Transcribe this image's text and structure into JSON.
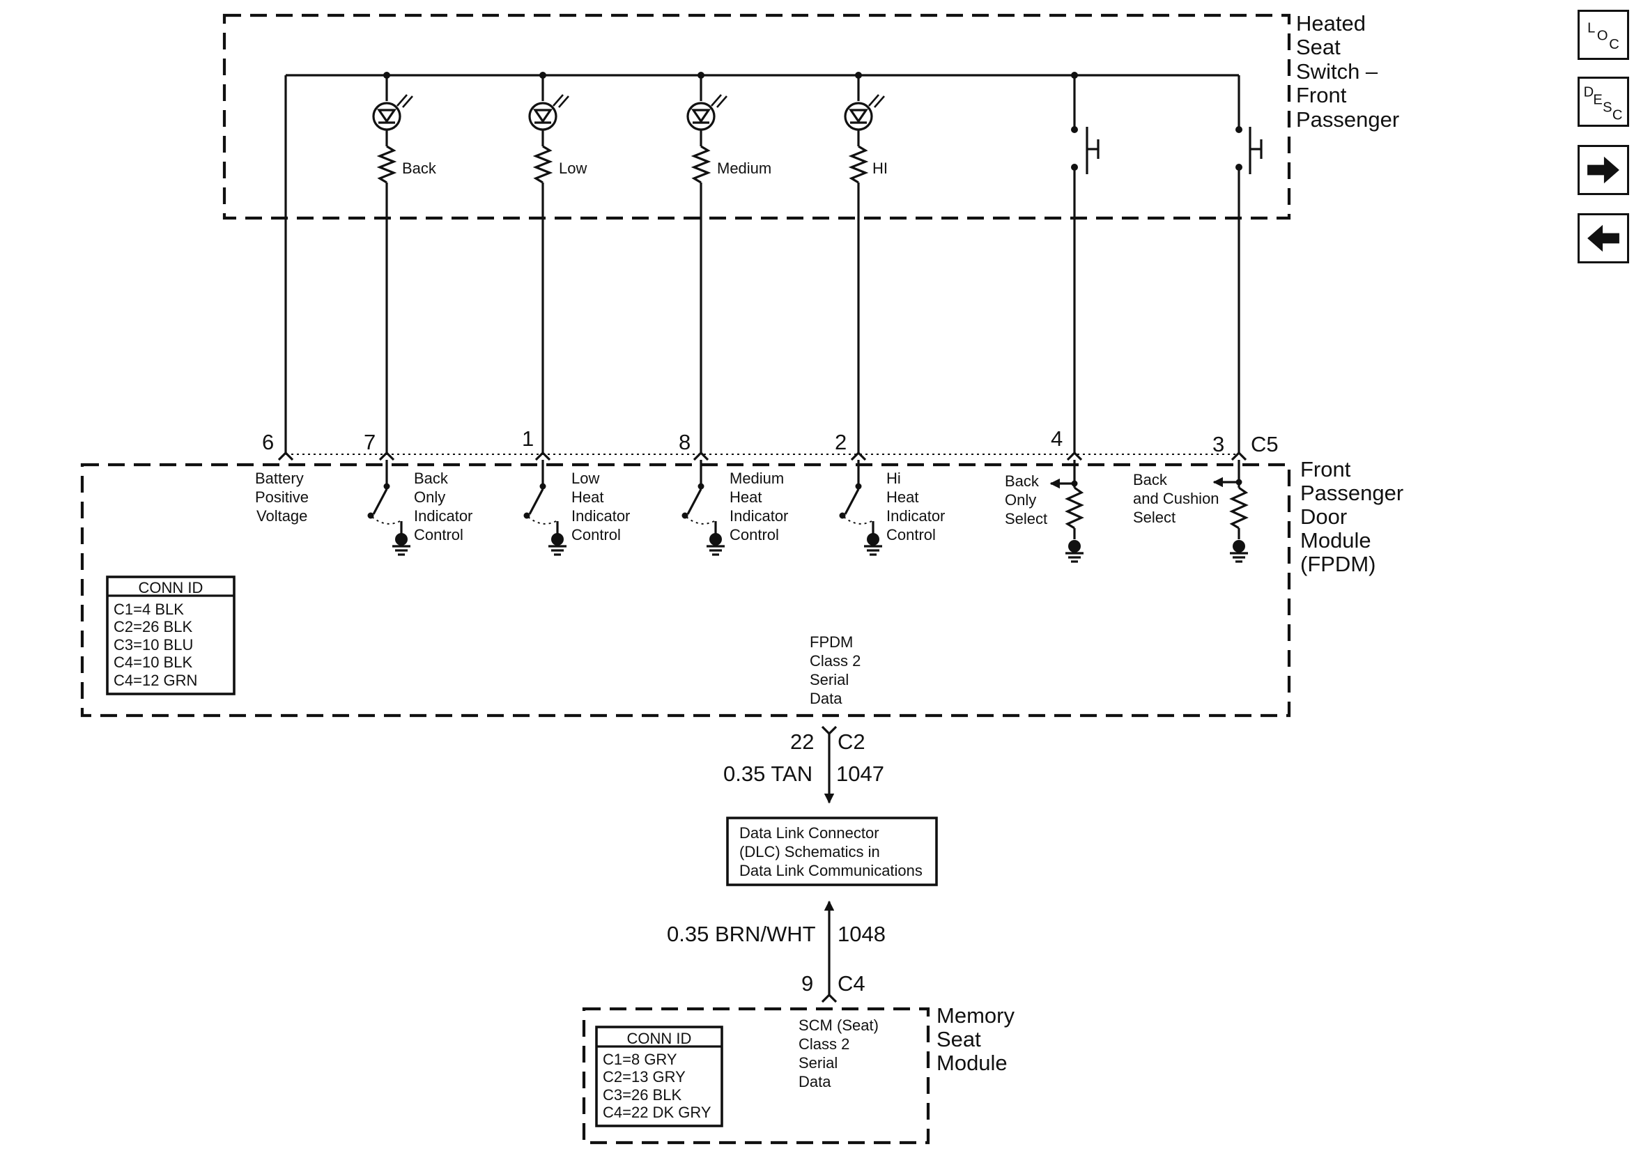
{
  "nav_buttons": [
    {
      "id": "loc",
      "letters": [
        "L",
        "O",
        "C"
      ],
      "icon": "loc-icon"
    },
    {
      "id": "desc",
      "letters": [
        "D",
        "E",
        "S",
        "C"
      ],
      "icon": "desc-icon"
    },
    {
      "id": "forward",
      "icon": "arrow-right-icon"
    },
    {
      "id": "back",
      "icon": "arrow-left-icon"
    }
  ],
  "switch": {
    "title_lines": [
      "Heated",
      "Seat",
      "Switch –",
      "Front",
      "Passenger"
    ],
    "led_labels": [
      "Back",
      "Low",
      "Medium",
      "HI"
    ]
  },
  "fpdm": {
    "title_lines": [
      "Front",
      "Passenger",
      "Door",
      "Module",
      "(FPDM)"
    ],
    "connector": "C5",
    "pins": [
      "6",
      "7",
      "1",
      "8",
      "2",
      "4",
      "3"
    ],
    "battery_label": [
      "Battery",
      "Positive",
      "Voltage"
    ],
    "controls": [
      [
        "Back",
        "Only",
        "Indicator",
        "Control"
      ],
      [
        "Low",
        "Heat",
        "Indicator",
        "Control"
      ],
      [
        "Medium",
        "Heat",
        "Indicator",
        "Control"
      ],
      [
        "Hi",
        "Heat",
        "Indicator",
        "Control"
      ]
    ],
    "selects": [
      [
        "Back",
        "Only",
        "Select"
      ],
      [
        "Back",
        "and Cushion",
        "Select"
      ]
    ],
    "conn_id": {
      "title": "CONN ID",
      "rows": [
        "C1=4 BLK",
        "C2=26 BLK",
        "C3=10 BLU",
        "C4=10 BLK",
        "C4=12 GRN"
      ]
    },
    "serial_label": [
      "FPDM",
      "Class 2",
      "Serial",
      "Data"
    ]
  },
  "upper_wire": {
    "pin": "22",
    "connector": "C2",
    "wire": "0.35 TAN",
    "circuit": "1047"
  },
  "dlc_box": [
    "Data Link Connector",
    "(DLC) Schematics in",
    "Data Link Communications"
  ],
  "lower_wire": {
    "pin": "9",
    "connector": "C4",
    "wire": "0.35 BRN/WHT",
    "circuit": "1048"
  },
  "memory_module": {
    "title_lines": [
      "Memory",
      "Seat",
      "Module"
    ],
    "serial_label": [
      "SCM (Seat)",
      "Class 2",
      "Serial",
      "Data"
    ],
    "conn_id": {
      "title": "CONN ID",
      "rows": [
        "C1=8 GRY",
        "C2=13 GRY",
        "C3=26 BLK",
        "C4=22 DK GRY"
      ]
    }
  }
}
